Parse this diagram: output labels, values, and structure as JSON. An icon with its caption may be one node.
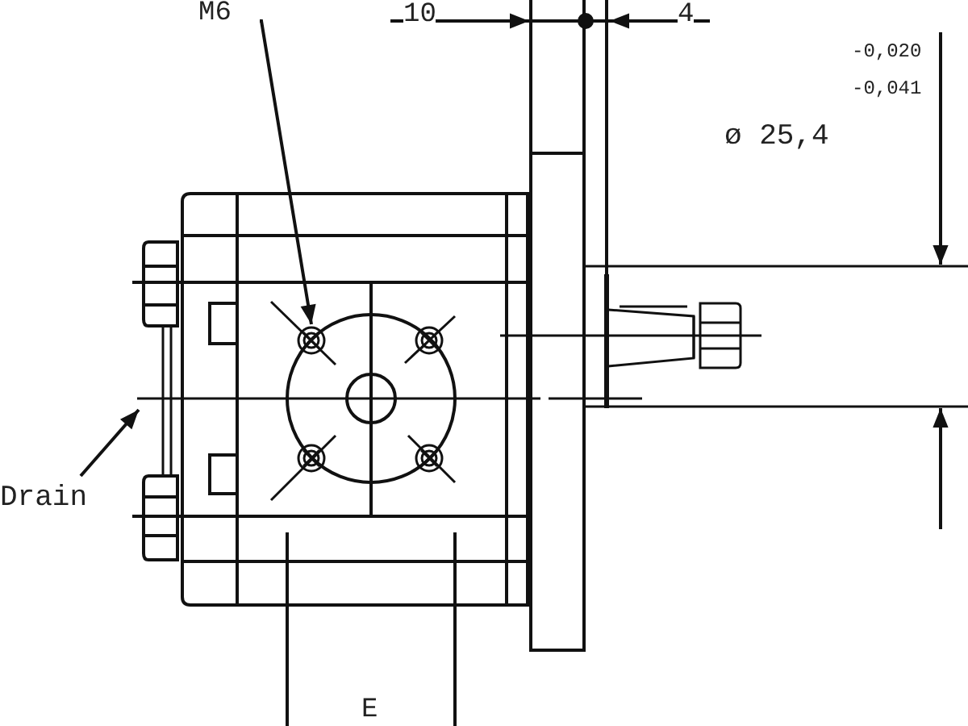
{
  "diagram": {
    "nodes": [
      {
        "text": [
          "M6"
        ]
      },
      {
        "text": [],
        "shape": "circle"
      },
      {
        "text": [
          "Drain"
        ]
      }
    ],
    "edges": [
      {
        "from": 0,
        "to": 1,
        "arrow": "to"
      },
      {
        "from": 2,
        "to": null,
        "arrow": "to"
      }
    ],
    "labels": [
      "10",
      "4",
      "-0,020",
      "-0,041",
      "ø 25,4",
      "E"
    ]
  }
}
